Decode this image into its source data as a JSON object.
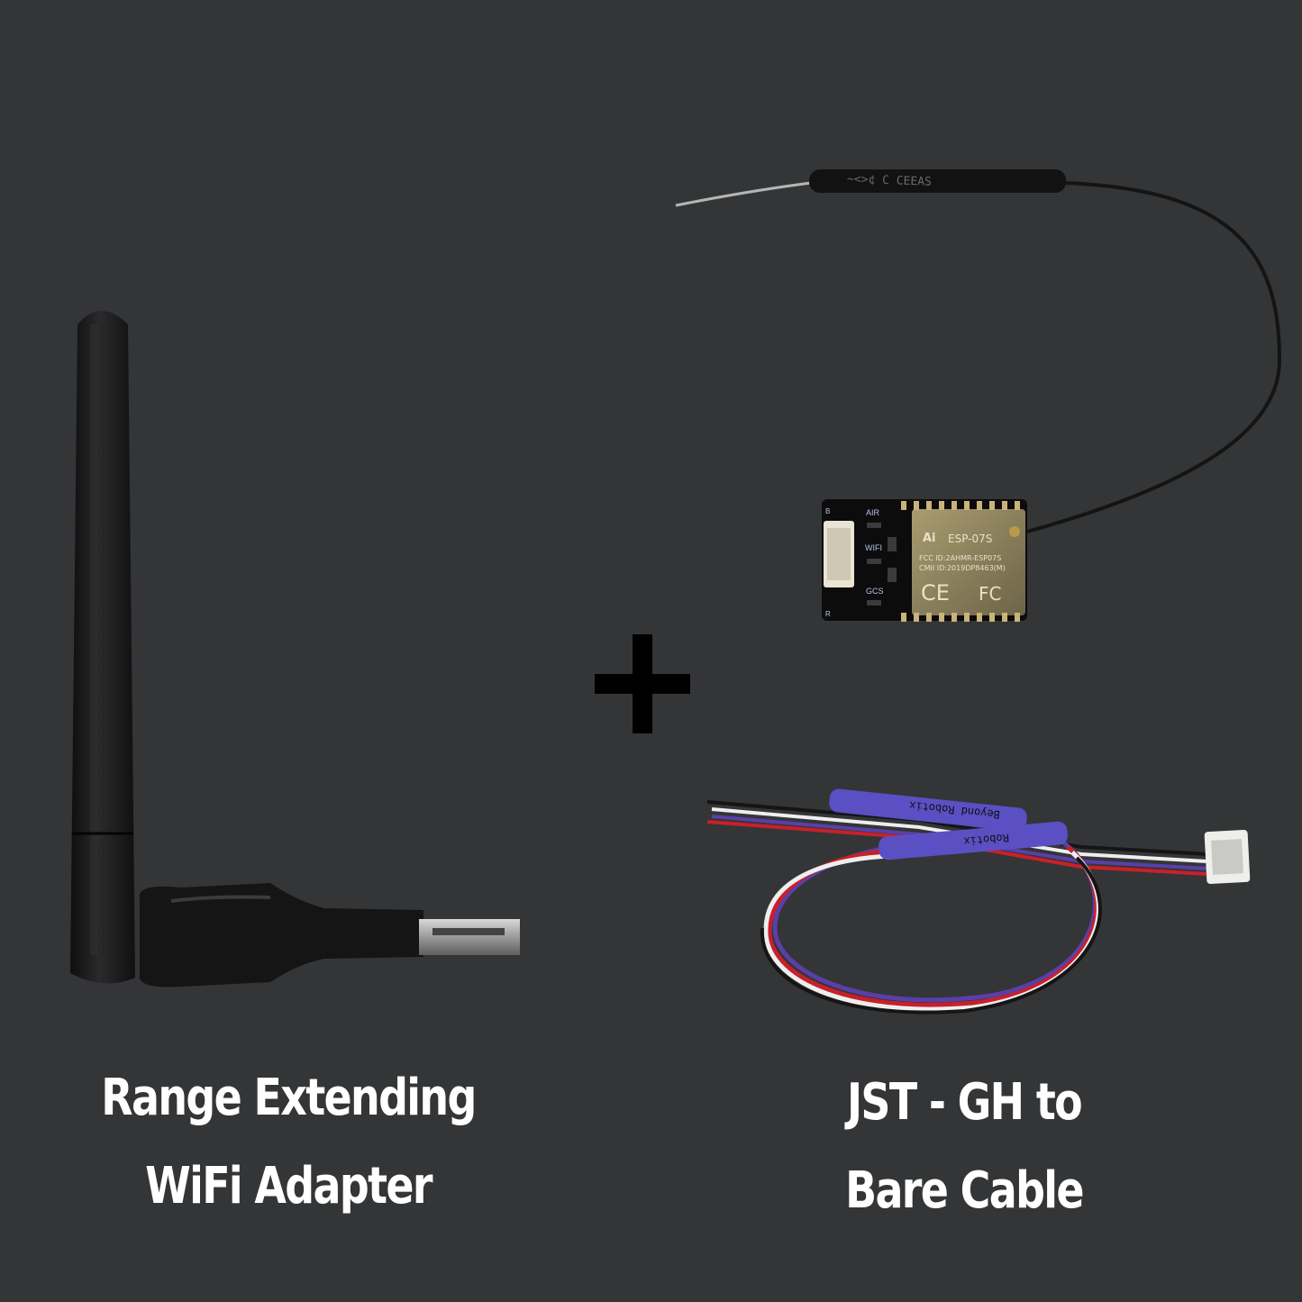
{
  "captions": {
    "left": {
      "line1": "Range Extending",
      "line2": "WiFi Adapter"
    },
    "right": {
      "line1": "JST - GH to",
      "line2": "Bare Cable"
    }
  },
  "plus_symbol": "+",
  "module_labels": {
    "chip_model": "ESP-07S",
    "fcc_id": "FCC ID:2AHMR-ESP07S",
    "cmii_id": "CMII ID:2019DP8463(M)",
    "ai_logo": "Ai",
    "ce_mark": "CE",
    "fc_mark": "FC",
    "led_air": "AIR",
    "led_wifi": "WIFI",
    "led_gcs": "GCS",
    "pin_b": "B",
    "pin_r": "R"
  },
  "cable_labels": {
    "sleeve_1": "Beyond Robotix",
    "sleeve_2": "Robotix"
  },
  "colors": {
    "background": "#343536",
    "text": "#ffffff",
    "sleeve": "#5b4fc4",
    "wire_red": "#c8202a",
    "wire_purple": "#5a3fa8",
    "wire_white": "#eeeeee",
    "wire_black": "#151515"
  }
}
